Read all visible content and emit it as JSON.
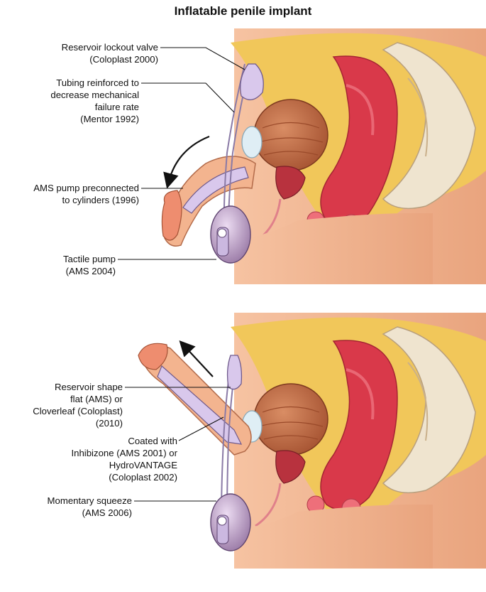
{
  "title": "Inflatable penile implant",
  "top_labels": [
    {
      "lines": [
        "Reservoir lockout valve",
        "(Coloplast 2000)"
      ]
    },
    {
      "lines": [
        "Tubing reinforced to",
        "decrease mechanical",
        "failure rate",
        "(Mentor 1992)"
      ]
    },
    {
      "lines": [
        "AMS pump preconnected",
        "to cylinders (1996)"
      ]
    },
    {
      "lines": [
        "Tactile pump",
        "(AMS 2004)"
      ]
    }
  ],
  "bottom_labels": [
    {
      "lines": [
        "Reservoir shape",
        "flat (AMS) or",
        "Cloverleaf (Coloplast)",
        "(2010)"
      ]
    },
    {
      "lines": [
        "Coated with",
        "Inhibizone (AMS 2001) or",
        "HydroVANTAGE",
        "(Coloplast 2002)"
      ]
    },
    {
      "lines": [
        "Momentary squeeze",
        "(AMS 2006)"
      ]
    }
  ],
  "colors": {
    "skin": "#f3b48f",
    "skin_dark": "#e29a72",
    "fat": "#f1c75a",
    "bowel_red": "#d9394a",
    "bladder": "#c8704a",
    "implant_lavender": "#d9c8ec",
    "bone": "#efe4cf"
  },
  "icons": [
    "curved-arrow-down-icon",
    "straight-arrow-up-icon"
  ]
}
